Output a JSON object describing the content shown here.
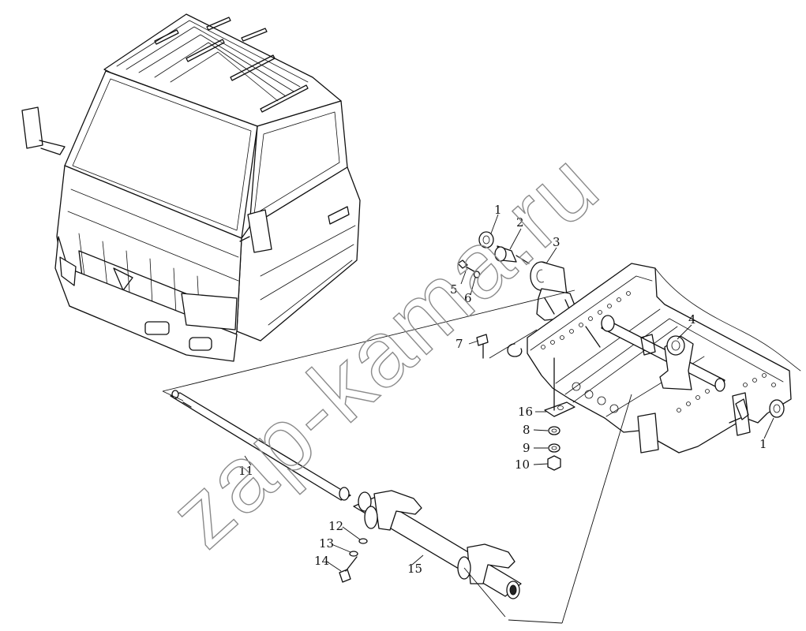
{
  "watermark": "zap-kama.ru",
  "corner_mark": "",
  "callouts": [
    "1",
    "2",
    "3",
    "4",
    "5",
    "6",
    "7",
    "16",
    "8",
    "9",
    "10",
    "1",
    "11",
    "12",
    "13",
    "14",
    "15"
  ]
}
